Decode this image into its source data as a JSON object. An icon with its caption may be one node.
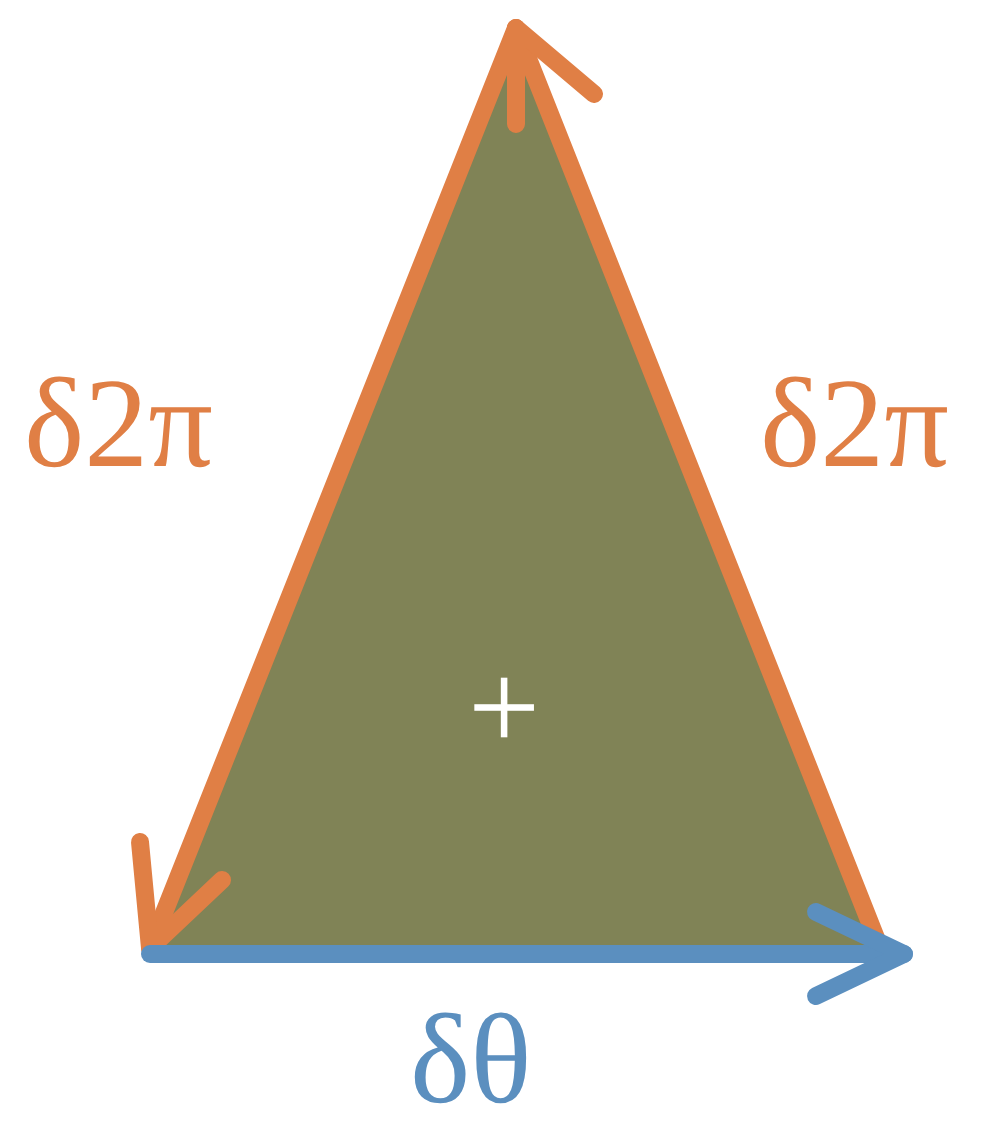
{
  "diagram": {
    "labels": [
      "δ2π",
      "δ2π",
      "+",
      "δθ"
    ]
  }
}
